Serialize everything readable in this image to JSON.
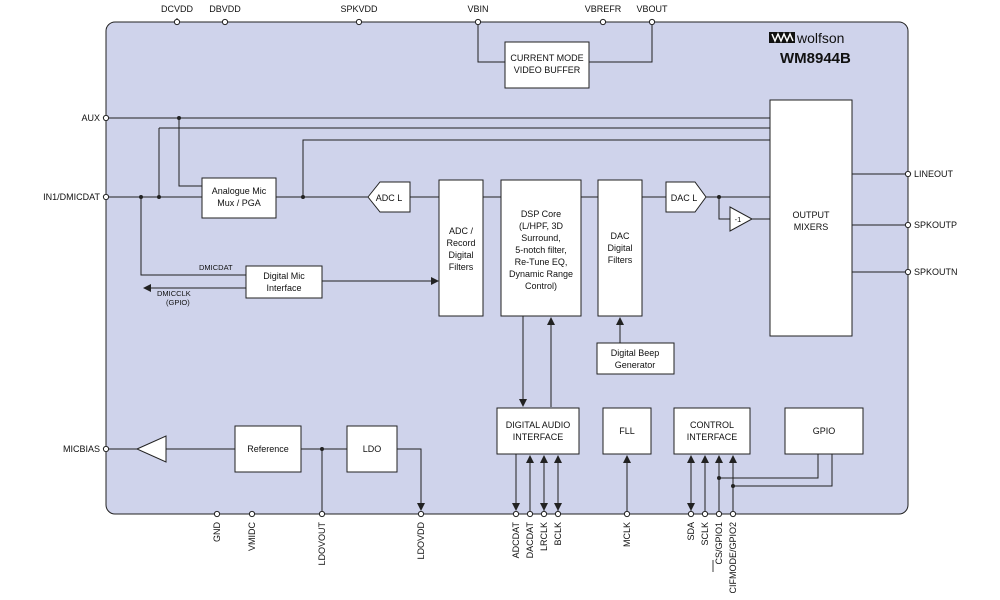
{
  "brand": {
    "logo_text": "wolfson",
    "part_number": "WM8944B"
  },
  "colors": {
    "chip_fill": "#cfd3eb",
    "line": "#222222",
    "block_fill": "#ffffff"
  },
  "top_pins": [
    "DCVDD",
    "DBVDD",
    "SPKVDD",
    "VBIN",
    "VBREFR",
    "VBOUT"
  ],
  "left_pins": [
    "AUX",
    "IN1/DMICDAT",
    "MICBIAS"
  ],
  "right_pins": [
    "LINEOUT",
    "SPKOUTP",
    "SPKOUTN"
  ],
  "bottom_pins": [
    "GND",
    "VMIDC",
    "LDOVOUT",
    "LDOVDD",
    "ADCDAT",
    "DACDAT",
    "LRCLK",
    "BCLK",
    "MCLK",
    "SDA",
    "SCLK",
    "CS/GPIO1",
    "CIFMODE/GPIO2"
  ],
  "blocks": {
    "video_buffer": [
      "CURRENT MODE",
      "VIDEO BUFFER"
    ],
    "mic_mux": [
      "Analogue Mic",
      "Mux / PGA"
    ],
    "adc": "ADC L",
    "adc_filters": [
      "ADC /",
      "Record",
      "Digital",
      "Filters"
    ],
    "dsp": [
      "DSP Core",
      "(L/HPF, 3D",
      "Surround,",
      "5-notch filter,",
      "Re-Tune EQ,",
      "Dynamic Range",
      "Control)"
    ],
    "dac_filters": [
      "DAC",
      "Digital",
      "Filters"
    ],
    "dac": "DAC L",
    "inverter": "-1",
    "output_mixers": [
      "OUTPUT",
      "MIXERS"
    ],
    "digital_mic": [
      "Digital Mic",
      "Interface"
    ],
    "beep": [
      "Digital Beep",
      "Generator"
    ],
    "dai": [
      "DIGITAL AUDIO",
      "INTERFACE"
    ],
    "fll": "FLL",
    "control_if": [
      "CONTROL",
      "INTERFACE"
    ],
    "gpio": "GPIO",
    "reference": "Reference",
    "ldo": "LDO"
  },
  "labels": {
    "dmicdat": "DMICDAT",
    "dmicclk": "DMICCLK",
    "dmicclk_sub": "(GPIO)"
  }
}
